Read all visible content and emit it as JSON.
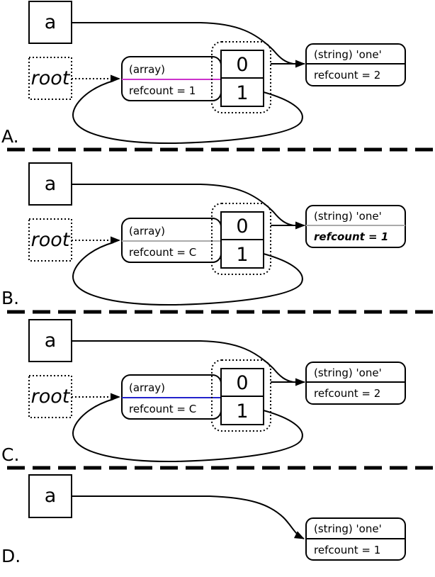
{
  "colors": {
    "magenta": "#cc33cc",
    "blue": "#2222cc",
    "gray_border": "#aaaaaa",
    "gray_text": "#999999",
    "gray_refcount_text": "#808080",
    "black": "#000000"
  },
  "panels": [
    {
      "label": "A.",
      "variable": "a",
      "root": "root",
      "array": {
        "type": "(array)",
        "refcount": "refcount = 1",
        "border": "#cc33cc",
        "text": "#cc33cc"
      },
      "cells": {
        "c0": "0",
        "c1": "1"
      },
      "string": {
        "type": "(string) 'one'",
        "refcount": "refcount = 2",
        "border": "#000000",
        "text": "#000000",
        "refcount_color": "#000000"
      }
    },
    {
      "label": "B.",
      "variable": "a",
      "root": "root",
      "array": {
        "type": "(array)",
        "refcount": "refcount = C",
        "border": "#aaaaaa",
        "text": "#999999"
      },
      "cells": {
        "c0": "0",
        "c1": "1"
      },
      "string": {
        "type": "(string) 'one'",
        "refcount": "refcount = 1",
        "border": "#aaaaaa",
        "text": "#999999",
        "refcount_color": "#808080"
      }
    },
    {
      "label": "C.",
      "variable": "a",
      "root": "root",
      "array": {
        "type": "(array)",
        "refcount": "refcount = C",
        "border": "#2222cc",
        "text": "#2222cc"
      },
      "cells": {
        "c0": "0",
        "c1": "1"
      },
      "string": {
        "type": "(string) 'one'",
        "refcount": "refcount = 2",
        "border": "#000000",
        "text": "#000000",
        "refcount_color": "#000000"
      }
    },
    {
      "label": "D.",
      "variable": "a",
      "string": {
        "type": "(string) 'one'",
        "refcount": "refcount = 1",
        "border": "#000000",
        "text": "#000000",
        "refcount_color": "#000000"
      }
    }
  ]
}
